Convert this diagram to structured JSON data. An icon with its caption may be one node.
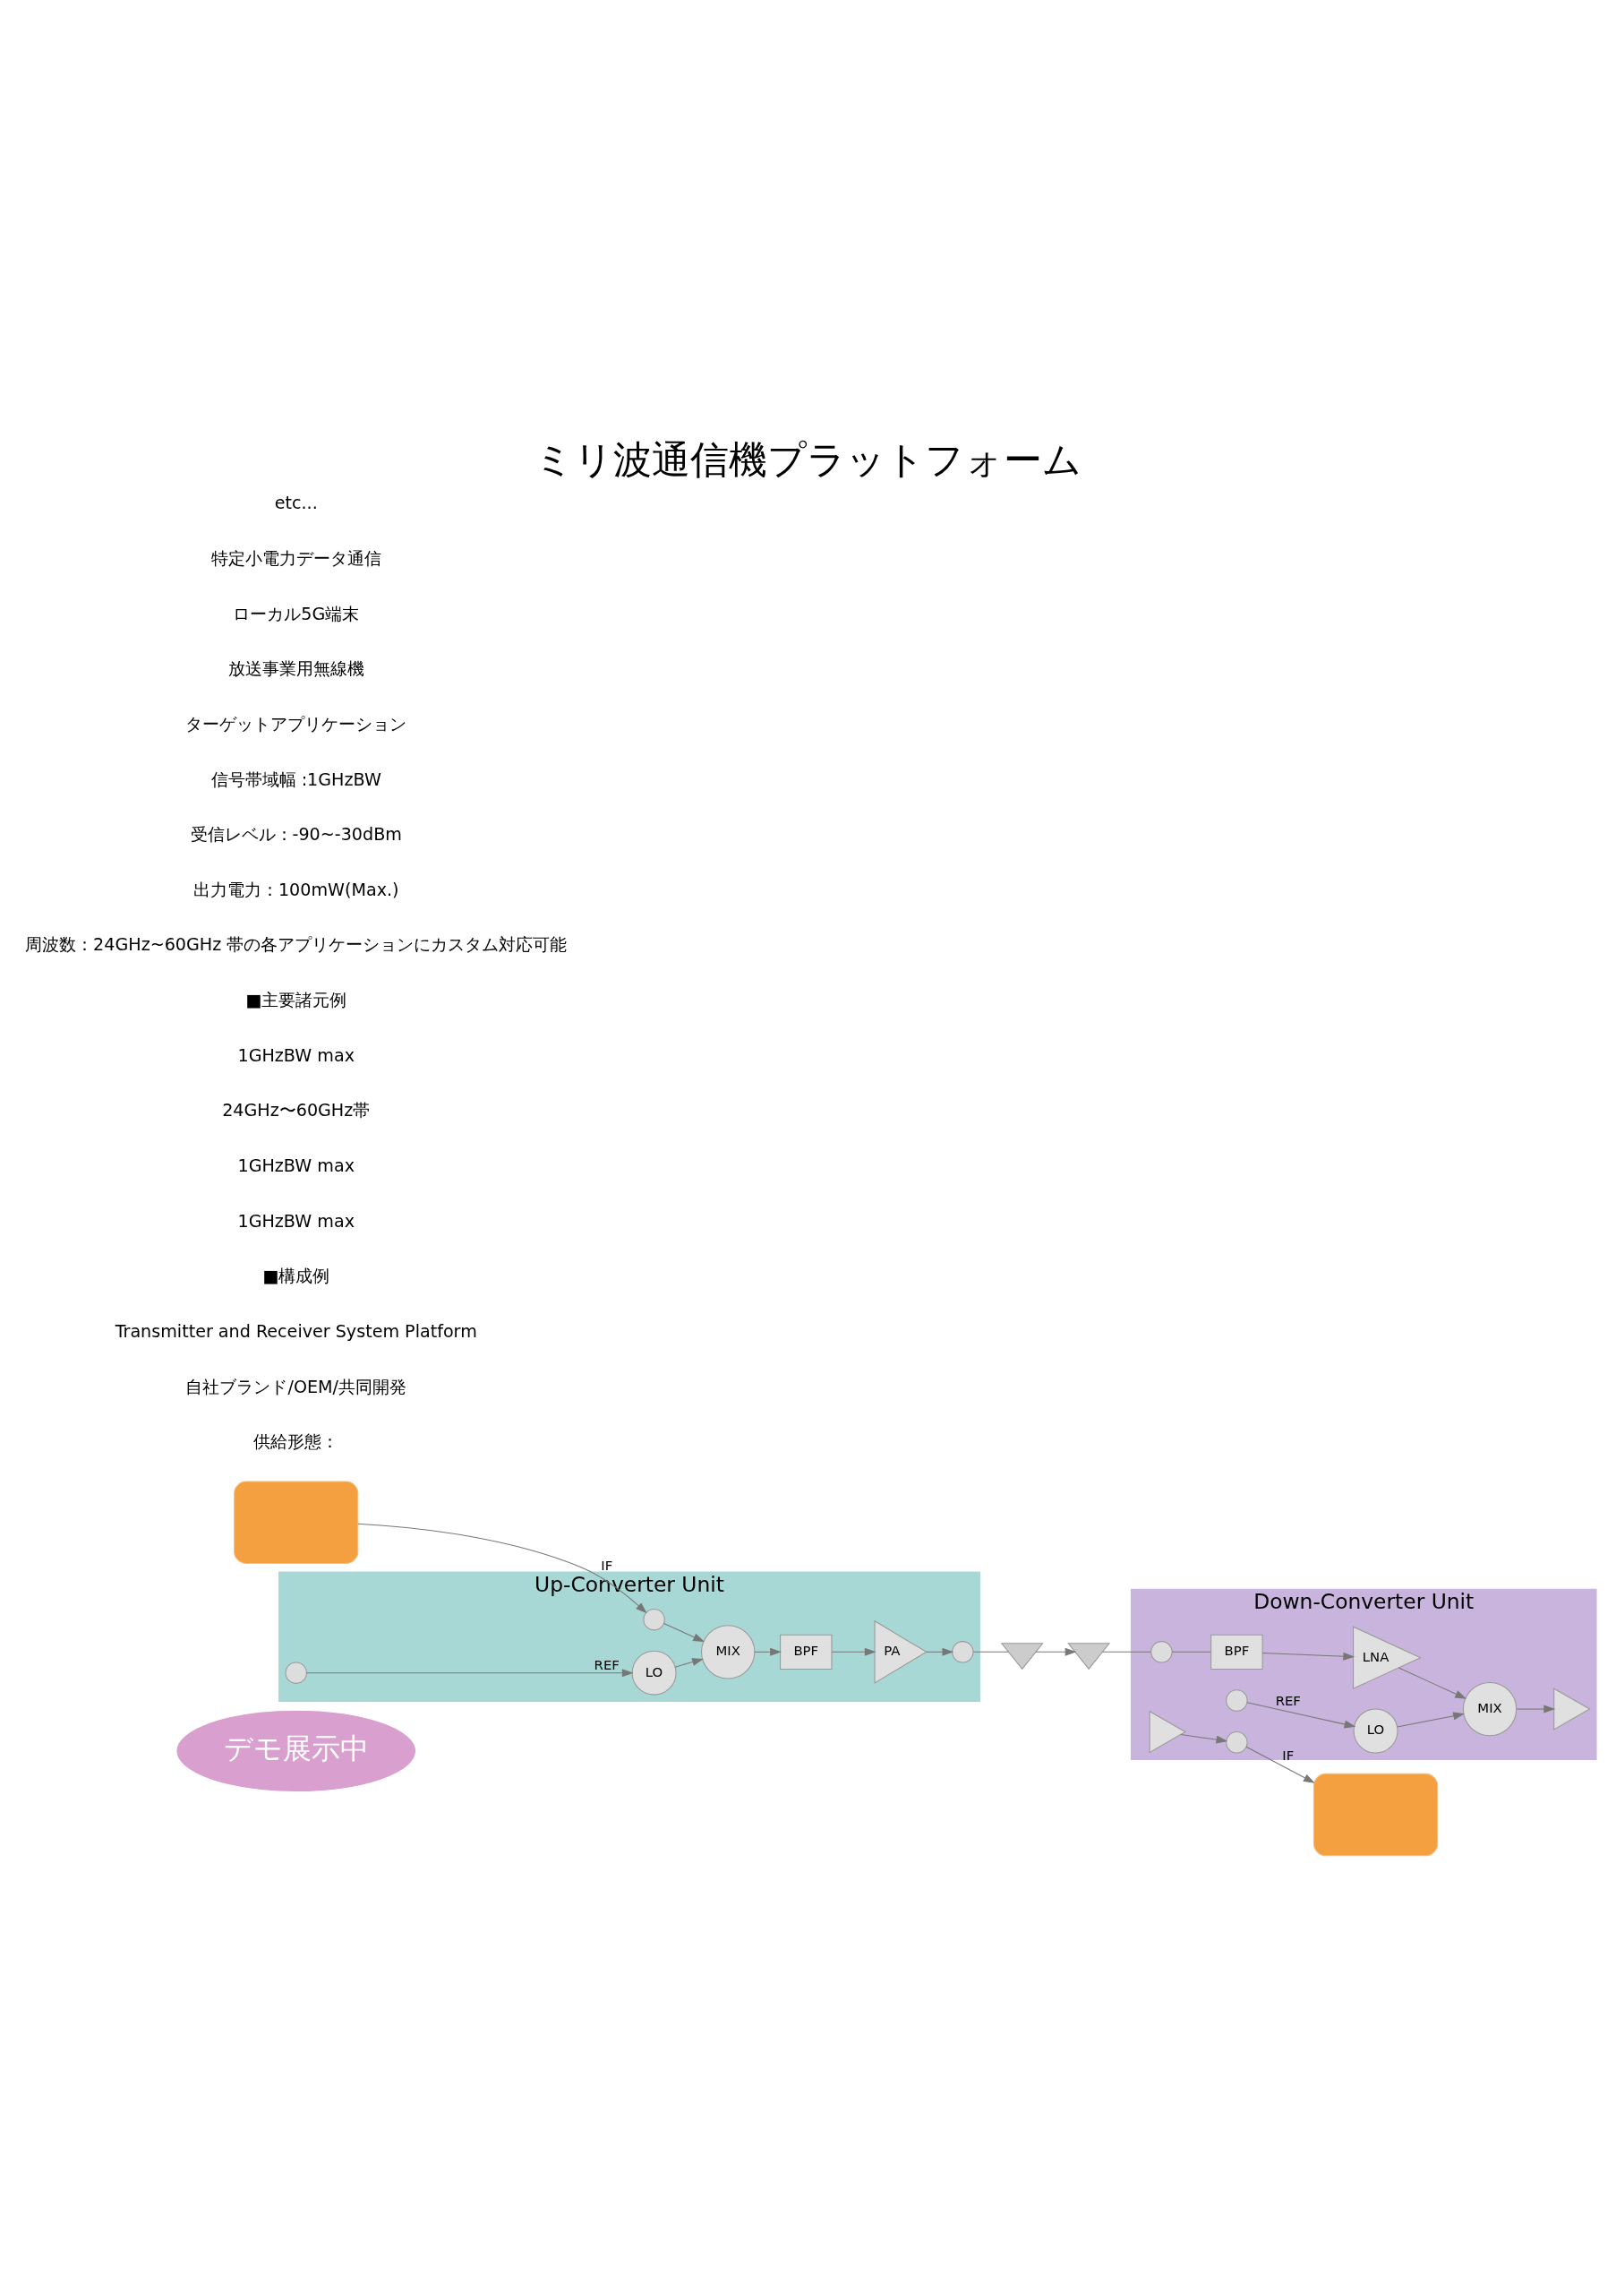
{
  "diagram": {
    "title": "ミリ波通信機プラットフォーム",
    "nodes": [
      {
        "text": [
          "デモ展示中"
        ]
      },
      {
        "text": [],
        "shape": "box"
      },
      {
        "text": [
          "Up-Converter Unit"
        ]
      },
      {
        "text": [],
        "shape": "circle",
        "in": 2
      },
      {
        "text": [],
        "shape": "circle",
        "in": 2
      },
      {
        "text": [
          "MIX"
        ],
        "in": 2
      },
      {
        "text": [
          "BPF"
        ],
        "in": 2
      },
      {
        "text": [
          "PA"
        ],
        "in": 2
      },
      {
        "text": [
          "LO"
        ],
        "in": 2
      },
      {
        "text": [],
        "shape": "circle",
        "in": 2
      },
      {
        "text": [],
        "shape": "triangle"
      },
      {
        "text": [
          "Down-Converter Unit"
        ]
      },
      {
        "text": [],
        "shape": "triangle"
      },
      {
        "text": [],
        "shape": "circle",
        "in": 11
      },
      {
        "text": [
          "BPF"
        ],
        "in": 11
      },
      {
        "text": [
          "LNA"
        ],
        "in": 11
      },
      {
        "text": [
          "MIX"
        ],
        "in": 11
      },
      {
        "text": [],
        "shape": "triangle",
        "in": 11
      },
      {
        "text": [],
        "shape": "triangle",
        "in": 11
      },
      {
        "text": [],
        "shape": "circle",
        "in": 11
      },
      {
        "text": [],
        "shape": "circle",
        "in": 11
      },
      {
        "text": [
          "LO"
        ],
        "in": 11
      },
      {
        "text": [],
        "shape": "box"
      }
    ],
    "edges": [
      {
        "from": 1,
        "to": 3,
        "arrow": "to",
        "label": "IF"
      },
      {
        "from": 3,
        "to": 5,
        "arrow": "to"
      },
      {
        "from": 4,
        "to": 8,
        "arrow": "to",
        "label": "REF"
      },
      {
        "from": 8,
        "to": 5,
        "arrow": "to"
      },
      {
        "from": 5,
        "to": 6,
        "arrow": "to"
      },
      {
        "from": 6,
        "to": 7,
        "arrow": "to"
      },
      {
        "from": 7,
        "to": 9,
        "arrow": "to"
      },
      {
        "from": 9,
        "to": 10,
        "arrow": "none"
      },
      {
        "from": 10,
        "to": 12,
        "arrow": "to"
      },
      {
        "from": 12,
        "to": 13,
        "arrow": "none"
      },
      {
        "from": 13,
        "to": 14,
        "arrow": "none"
      },
      {
        "from": 14,
        "to": 15,
        "arrow": "to"
      },
      {
        "from": 15,
        "to": 16,
        "arrow": "to"
      },
      {
        "from": 16,
        "to": 17,
        "arrow": "to"
      },
      {
        "from": 18,
        "to": 19,
        "arrow": "to"
      },
      {
        "from": 19,
        "to": 22,
        "arrow": "to",
        "label": "IF"
      },
      {
        "from": 20,
        "to": 21,
        "arrow": "to",
        "label": "REF"
      },
      {
        "from": 21,
        "to": 16,
        "arrow": "to"
      }
    ],
    "labels": [
      "供給形態：",
      "自社ブランド/OEM/共同開発",
      "Transmitter and Receiver System Platform",
      "■構成例",
      "1GHzBW max",
      "1GHzBW max",
      "24GHz〜60GHz帯",
      "1GHzBW max",
      "■主要諸元例",
      "周波数：24GHz~60GHz 帯の各アプリケーションにカスタム対応可能",
      "出力電力：100mW(Max.)",
      "受信レベル：-90~-30dBm",
      "信号帯域幅 :1GHzBW",
      "ターゲットアプリケーション",
      "放送事業用無線機",
      "ローカル5G端末",
      "特定小電力データ通信",
      "etc..."
    ]
  }
}
